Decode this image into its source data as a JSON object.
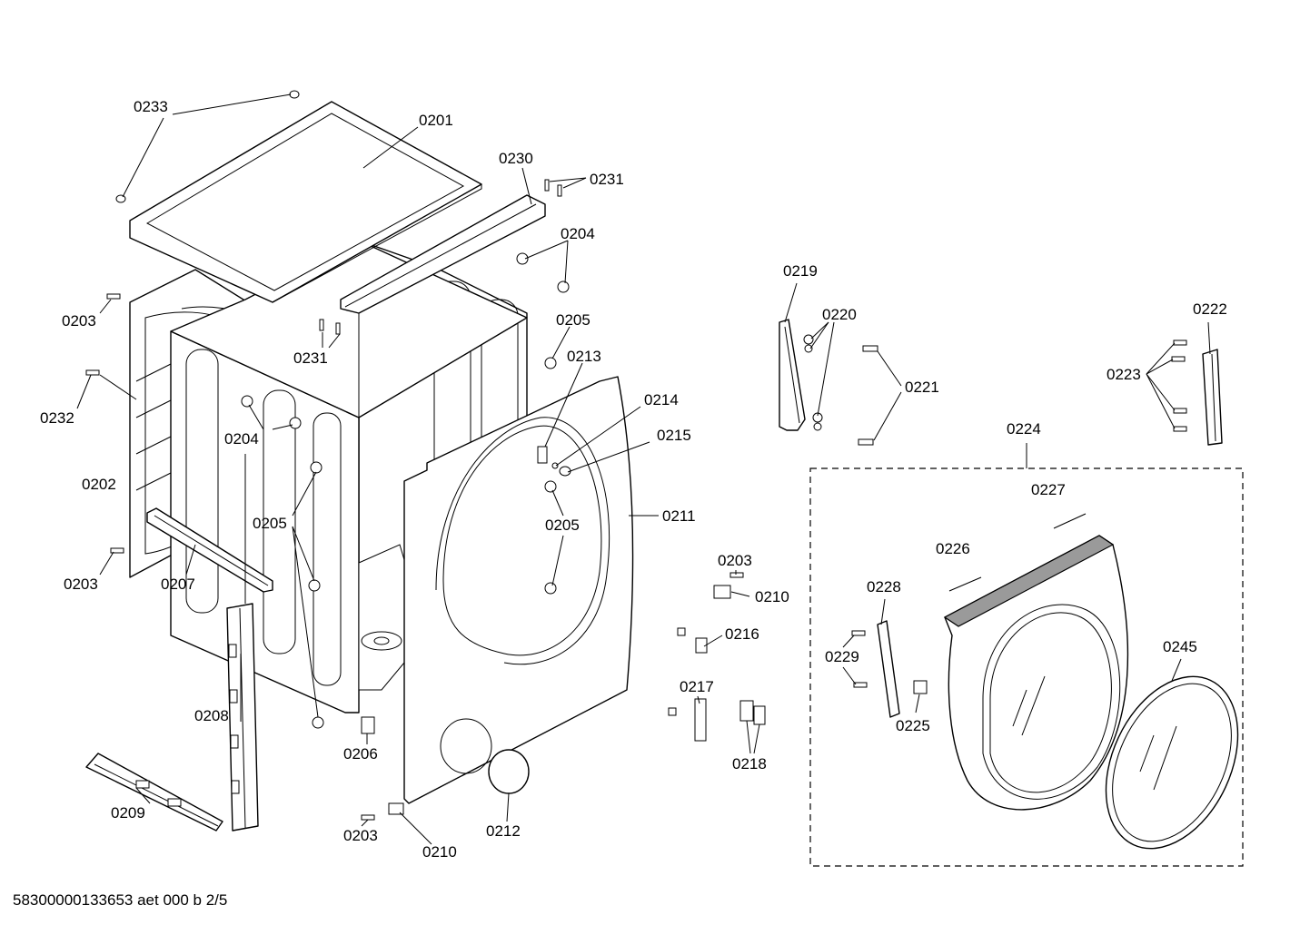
{
  "footer": "58300000133653 aet 000 b 2/5",
  "labels": {
    "l0233": "0233",
    "l0201": "0201",
    "l0230": "0230",
    "l0231a": "0231",
    "l0204a": "0204",
    "l0203a": "0203",
    "l0231b": "0231",
    "l0205a": "0205",
    "l0213": "0213",
    "l0232": "0232",
    "l0204b": "0204",
    "l0214": "0214",
    "l0215": "0215",
    "l0202": "0202",
    "l0205b": "0205",
    "l0205c": "0205",
    "l0211": "0211",
    "l0203b": "0203",
    "l0207": "0207",
    "l0208": "0208",
    "l0206": "0206",
    "l0209": "0209",
    "l0203c": "0203",
    "l0210a": "0210",
    "l0212": "0212",
    "l0219": "0219",
    "l0220": "0220",
    "l0221": "0221",
    "l0222": "0222",
    "l0223": "0223",
    "l0224": "0224",
    "l0227": "0227",
    "l0226": "0226",
    "l0228": "0228",
    "l0245": "0245",
    "l0229": "0229",
    "l0225": "0225",
    "l0203d": "0203",
    "l0210b": "0210",
    "l0216": "0216",
    "l0217": "0217",
    "l0218": "0218"
  }
}
